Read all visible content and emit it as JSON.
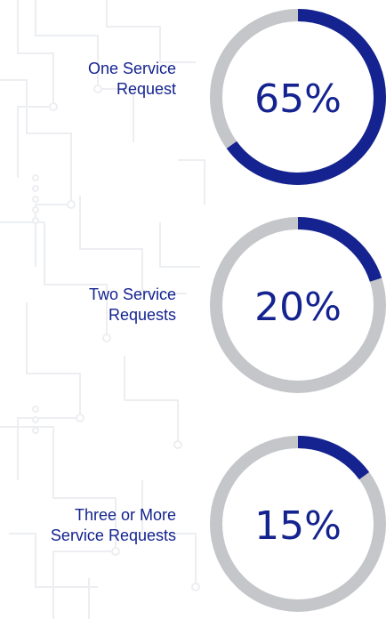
{
  "chart_data": [
    {
      "type": "pie",
      "label": "One Service\nRequest",
      "value_label": "65%",
      "values": [
        65,
        35
      ],
      "colors": {
        "filled": "#14238f",
        "remaining": "#c4c6c9"
      }
    },
    {
      "type": "pie",
      "label": "Two Service\nRequests",
      "value_label": "20%",
      "values": [
        20,
        80
      ],
      "colors": {
        "filled": "#14238f",
        "remaining": "#c4c6c9"
      }
    },
    {
      "type": "pie",
      "label": "Three or More\nService Requests",
      "value_label": "15%",
      "values": [
        15,
        85
      ],
      "colors": {
        "filled": "#14238f",
        "remaining": "#c4c6c9"
      }
    }
  ],
  "colors": {
    "background": "#ffffff",
    "pattern": "#eceef1",
    "text": "#14238f"
  }
}
